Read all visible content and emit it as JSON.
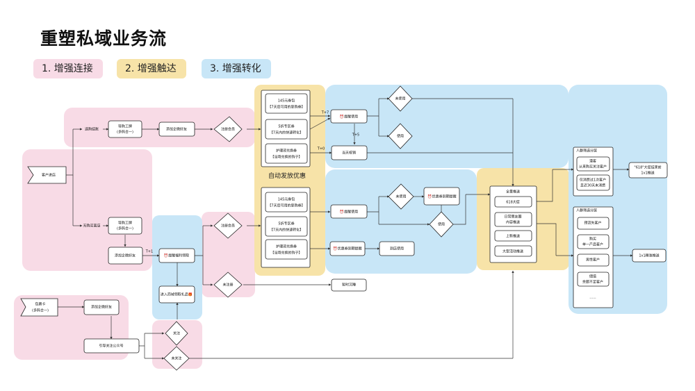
{
  "title": "重塑私域业务流",
  "legend": [
    "1. 增强连接",
    "2. 增强触达",
    "3. 增强转化"
  ],
  "nodes": {
    "store": "客户进店",
    "pick_goods": "选购结账",
    "guide1": [
      "导购工牌",
      "(多码合一)"
    ],
    "add_friend1": "添加企微好友",
    "reg1": "注册会员",
    "no_buy": "无购买离店",
    "guide2": [
      "导购工牌",
      "(多码合一)"
    ],
    "add_friend2": "添加企微好友",
    "t1": "T+1",
    "remind_welfare": "⏰提醒福利领取",
    "mall": "进入商城领取礼品🎁",
    "reg2": "注册会员",
    "unreg": "未注册",
    "pause": "暂时沉睡",
    "package": [
      "包裹卡",
      "(多码合一)"
    ],
    "add_friend3": "添加企微好友",
    "follow_oa": "引导关注公众号",
    "followed": "关注",
    "unfollowed": "未关注",
    "auto_coupon": "自动发放优惠",
    "c1a": [
      "145元券包",
      "【7天后可用的复购券】"
    ],
    "c1b": [
      "5折专区券",
      "【7天内的快速转化】"
    ],
    "c1c": [
      "护理液兑换券",
      "【当场兑换的钩子】"
    ],
    "c2a": [
      "145元券包",
      "【7天后可用的复购券】"
    ],
    "c2b": [
      "5折专区券",
      "【7天内的快速转化】"
    ],
    "c2c": [
      "护理液兑换券",
      "【当场兑换的钩子】"
    ],
    "t7": "T+7",
    "t5": "T+5",
    "t0": "T+0",
    "remind_use1": "⏰提醒使用",
    "day_verify": "当天核销",
    "unused1": "未使用",
    "used1": "使用",
    "remind_use2": "⏰提醒使用",
    "unused2": "未使用",
    "expire_remind1": "⏰优惠券到期提醒",
    "used2": "使用",
    "expire_remind2": "⏰优惠券到期提醒",
    "store_use": "到店使用",
    "push_title": "全量推送",
    "push_items": [
      "618大促",
      "日常朋友圈\n内容推送",
      "上新推送",
      "大型活动推送"
    ],
    "screen1_title": "人群筛选分层",
    "screen1_items": [
      "潜客\n从来购买关注客户",
      "仅消费过1次客户\n且近30天未消费"
    ],
    "screen2_title": "人群筛选分层",
    "screen2_items": [
      "预流失客户",
      "购买\n单一产品客户",
      "男性客户",
      "储值\n余额不足客户",
      "......"
    ],
    "end1": [
      "\"618\"大促结束前",
      "1v1推送"
    ],
    "end2": "1v1精准推送"
  },
  "colors": {
    "pink": "#f8dbe6",
    "yellow": "#f7e3a8",
    "blue": "#c8e6f7"
  }
}
